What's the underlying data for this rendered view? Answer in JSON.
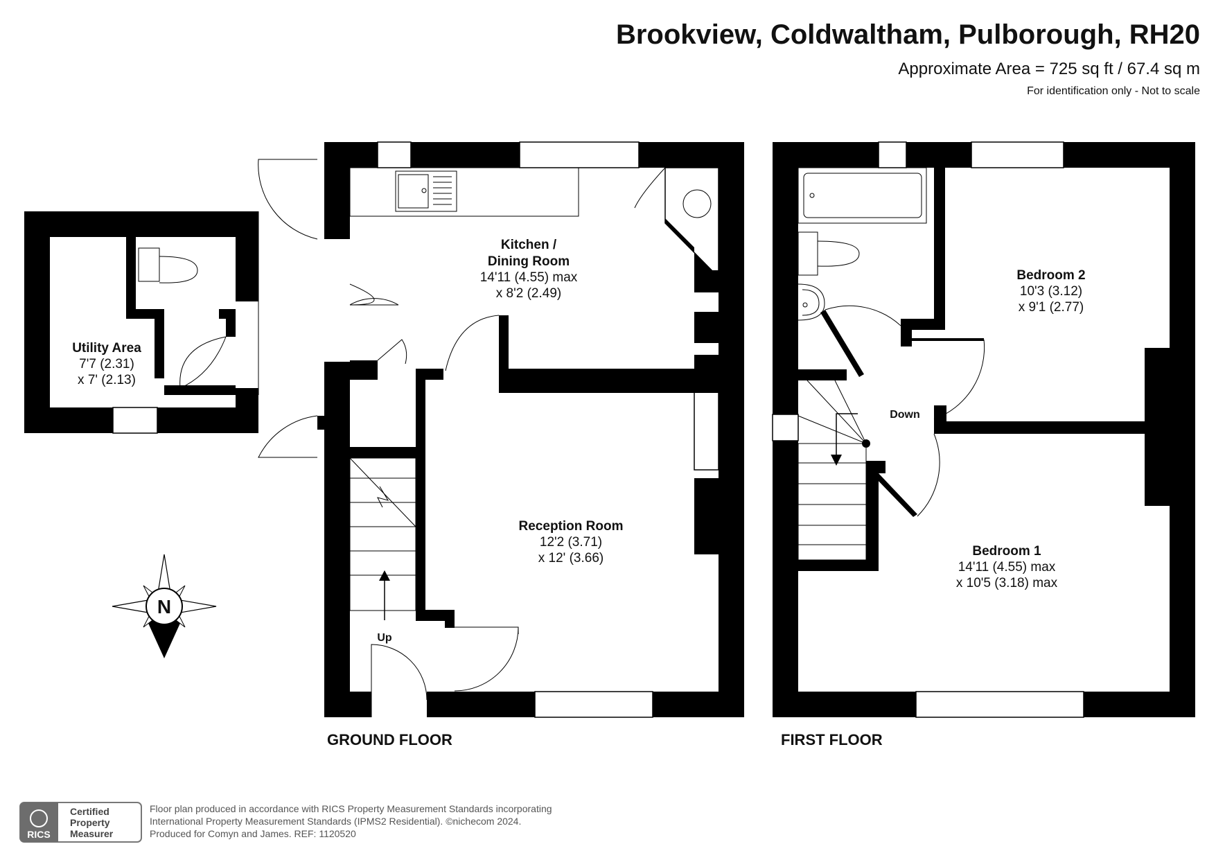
{
  "header": {
    "title": "Brookview, Coldwaltham, Pulborough, RH20",
    "area": "Approximate Area = 725 sq ft / 67.4 sq m",
    "note": "For identification only - Not to scale"
  },
  "rooms": {
    "kitchen": {
      "name_line1": "Kitchen /",
      "name_line2": "Dining Room",
      "dim1": "14'11 (4.55) max",
      "dim2": "x 8'2 (2.49)"
    },
    "utility": {
      "name": "Utility Area",
      "dim1": "7'7 (2.31)",
      "dim2": "x 7' (2.13)"
    },
    "reception": {
      "name": "Reception Room",
      "dim1": "12'2 (3.71)",
      "dim2": "x 12' (3.66)"
    },
    "bedroom2": {
      "name": "Bedroom 2",
      "dim1": "10'3 (3.12)",
      "dim2": "x 9'1 (2.77)"
    },
    "bedroom1": {
      "name": "Bedroom 1",
      "dim1": "14'11 (4.55) max",
      "dim2": "x 10'5 (3.18) max"
    }
  },
  "labels": {
    "up": "Up",
    "down": "Down",
    "ground_floor": "GROUND FLOOR",
    "first_floor": "FIRST FLOOR",
    "compass": "N"
  },
  "footer": {
    "badge_line1": "Certified",
    "badge_line2": "Property",
    "badge_line3": "Measurer",
    "badge_logo": "RICS",
    "line1": "Floor plan produced in accordance with RICS Property Measurement Standards incorporating",
    "line2": "International Property Measurement Standards (IPMS2 Residential).  ©nichecom 2024.",
    "line3": "Produced for Comyn and James.   REF:  1120520"
  }
}
